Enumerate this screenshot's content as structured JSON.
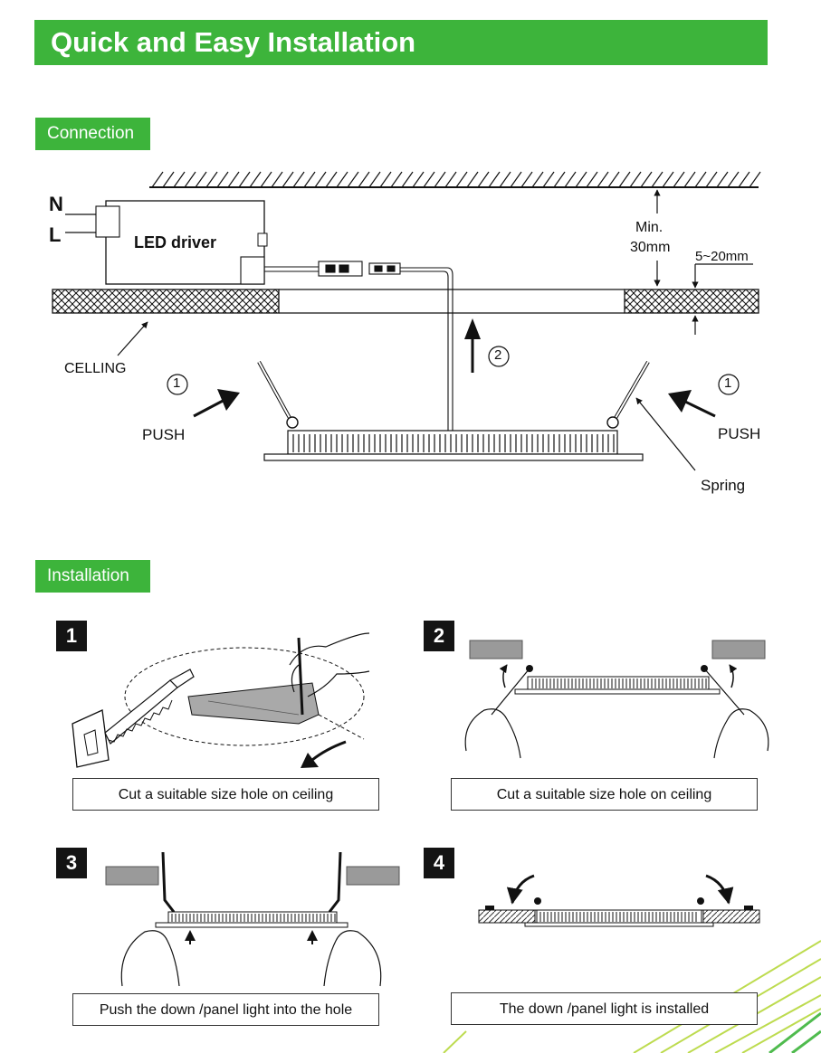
{
  "header": {
    "title": "Quick and Easy Installation"
  },
  "sections": {
    "connection": "Connection",
    "installation": "Installation"
  },
  "connection_diagram": {
    "wire_n": "N",
    "wire_l": "L",
    "driver": "LED driver",
    "min_line1": "Min.",
    "min_line2": "30mm",
    "thickness": "5~20mm",
    "ceiling": "CELLING",
    "step_push": "1",
    "step_lift": "2",
    "push_left": "PUSH",
    "push_right": "PUSH",
    "spring": "Spring"
  },
  "steps": [
    {
      "number": "1",
      "caption": "Cut a suitable size hole on ceiling"
    },
    {
      "number": "2",
      "caption": "Cut a suitable size hole on ceiling"
    },
    {
      "number": "3",
      "caption": "Push the down /panel light  into the hole"
    },
    {
      "number": "4",
      "caption": "The down /panel light is installed"
    }
  ],
  "colors": {
    "accent": "#3db43b",
    "ink": "#111111",
    "gray_block": "#9a9a9a"
  }
}
